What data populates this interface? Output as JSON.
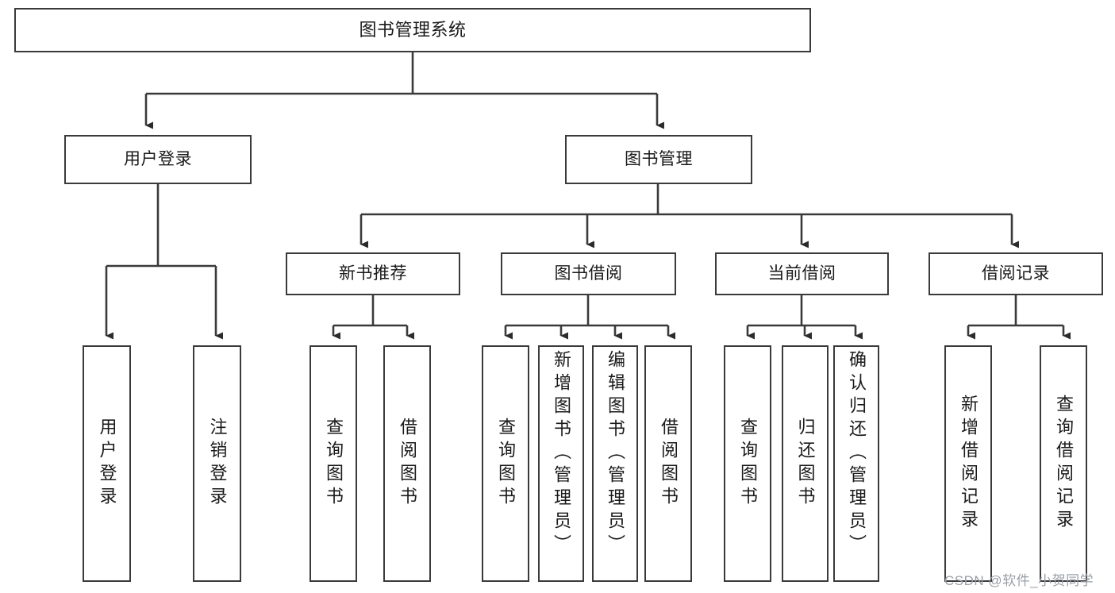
{
  "diagram": {
    "title_node": {
      "label": "图书管理系统"
    },
    "level1": [
      {
        "label": "用户登录"
      },
      {
        "label": "图书管理"
      }
    ],
    "level2": [
      {
        "label": "新书推荐"
      },
      {
        "label": "图书借阅"
      },
      {
        "label": "当前借阅"
      },
      {
        "label": "借阅记录"
      }
    ],
    "leaves": {
      "user_login": [
        {
          "label": "用户登录"
        },
        {
          "label": "注销登录"
        }
      ],
      "new_book_recommend": [
        {
          "label": "查询图书"
        },
        {
          "label": "借阅图书"
        }
      ],
      "book_borrow": [
        {
          "label": "查询图书"
        },
        {
          "label": "新增图书（管理员）"
        },
        {
          "label": "编辑图书（管理员）"
        },
        {
          "label": "借阅图书"
        }
      ],
      "current_borrow": [
        {
          "label": "查询图书"
        },
        {
          "label": "归还图书"
        },
        {
          "label": "确认归还（管理员）"
        }
      ],
      "borrow_record": [
        {
          "label": "新增借阅记录"
        },
        {
          "label": "查询借阅记录"
        }
      ]
    },
    "watermark": {
      "text": "CSDN @软件_小贺同学"
    },
    "colors": {
      "stroke": "#3a3a3a",
      "text": "#1a1a1a",
      "background": "#ffffff",
      "watermark": "#9aa0a6"
    }
  }
}
